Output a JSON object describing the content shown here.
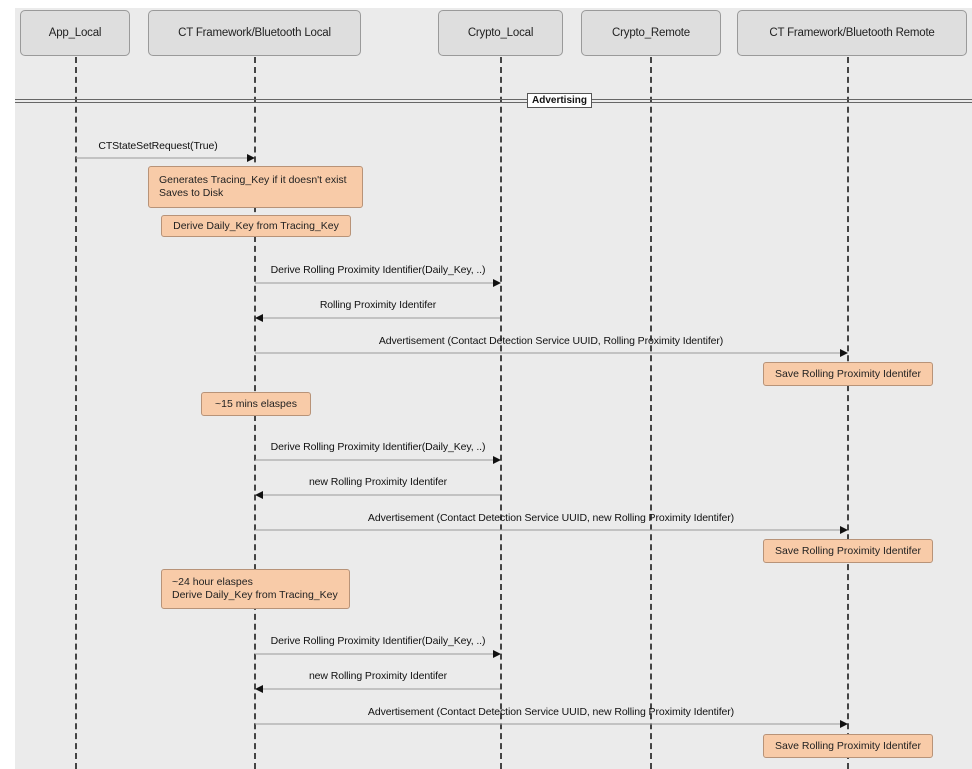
{
  "participants": [
    {
      "name": "App_Local"
    },
    {
      "name": "CT Framework/Bluetooth Local"
    },
    {
      "name": "Crypto_Local"
    },
    {
      "name": "Crypto_Remote"
    },
    {
      "name": "CT Framework/Bluetooth Remote"
    }
  ],
  "section": {
    "label": "Advertising"
  },
  "messages": [
    {
      "label": "CTStateSetRequest(True)",
      "from": 0,
      "to": 1
    },
    {
      "label": "Derive Rolling Proximity Identifier(Daily_Key, ..)",
      "from": 1,
      "to": 2
    },
    {
      "label": "Rolling Proximity Identifer",
      "from": 2,
      "to": 1
    },
    {
      "label": "Advertisement (Contact Detection Service UUID, Rolling Proximity Identifer)",
      "from": 1,
      "to": 4
    },
    {
      "label": "Derive Rolling Proximity Identifier(Daily_Key, ..)",
      "from": 1,
      "to": 2
    },
    {
      "label": "new Rolling Proximity Identifer",
      "from": 2,
      "to": 1
    },
    {
      "label": "Advertisement (Contact Detection Service UUID, new Rolling Proximity Identifer)",
      "from": 1,
      "to": 4
    },
    {
      "label": "Derive Rolling Proximity Identifier(Daily_Key, ..)",
      "from": 1,
      "to": 2
    },
    {
      "label": "new Rolling Proximity Identifer",
      "from": 2,
      "to": 1
    },
    {
      "label": "Advertisement (Contact Detection Service UUID, new Rolling Proximity Identifer)",
      "from": 1,
      "to": 4
    }
  ],
  "notes": [
    {
      "lines": [
        "Generates Tracing_Key if it doesn't exist",
        "Saves to Disk"
      ]
    },
    {
      "lines": [
        "Derive Daily_Key from Tracing_Key"
      ]
    },
    {
      "lines": [
        "Save Rolling Proximity Identifer"
      ]
    },
    {
      "lines": [
        "~15 mins elaspes"
      ]
    },
    {
      "lines": [
        "Save Rolling Proximity Identifer"
      ]
    },
    {
      "lines": [
        "~24 hour elaspes",
        "Derive Daily_Key from Tracing_Key"
      ]
    },
    {
      "lines": [
        "Save Rolling Proximity Identifer"
      ]
    }
  ]
}
